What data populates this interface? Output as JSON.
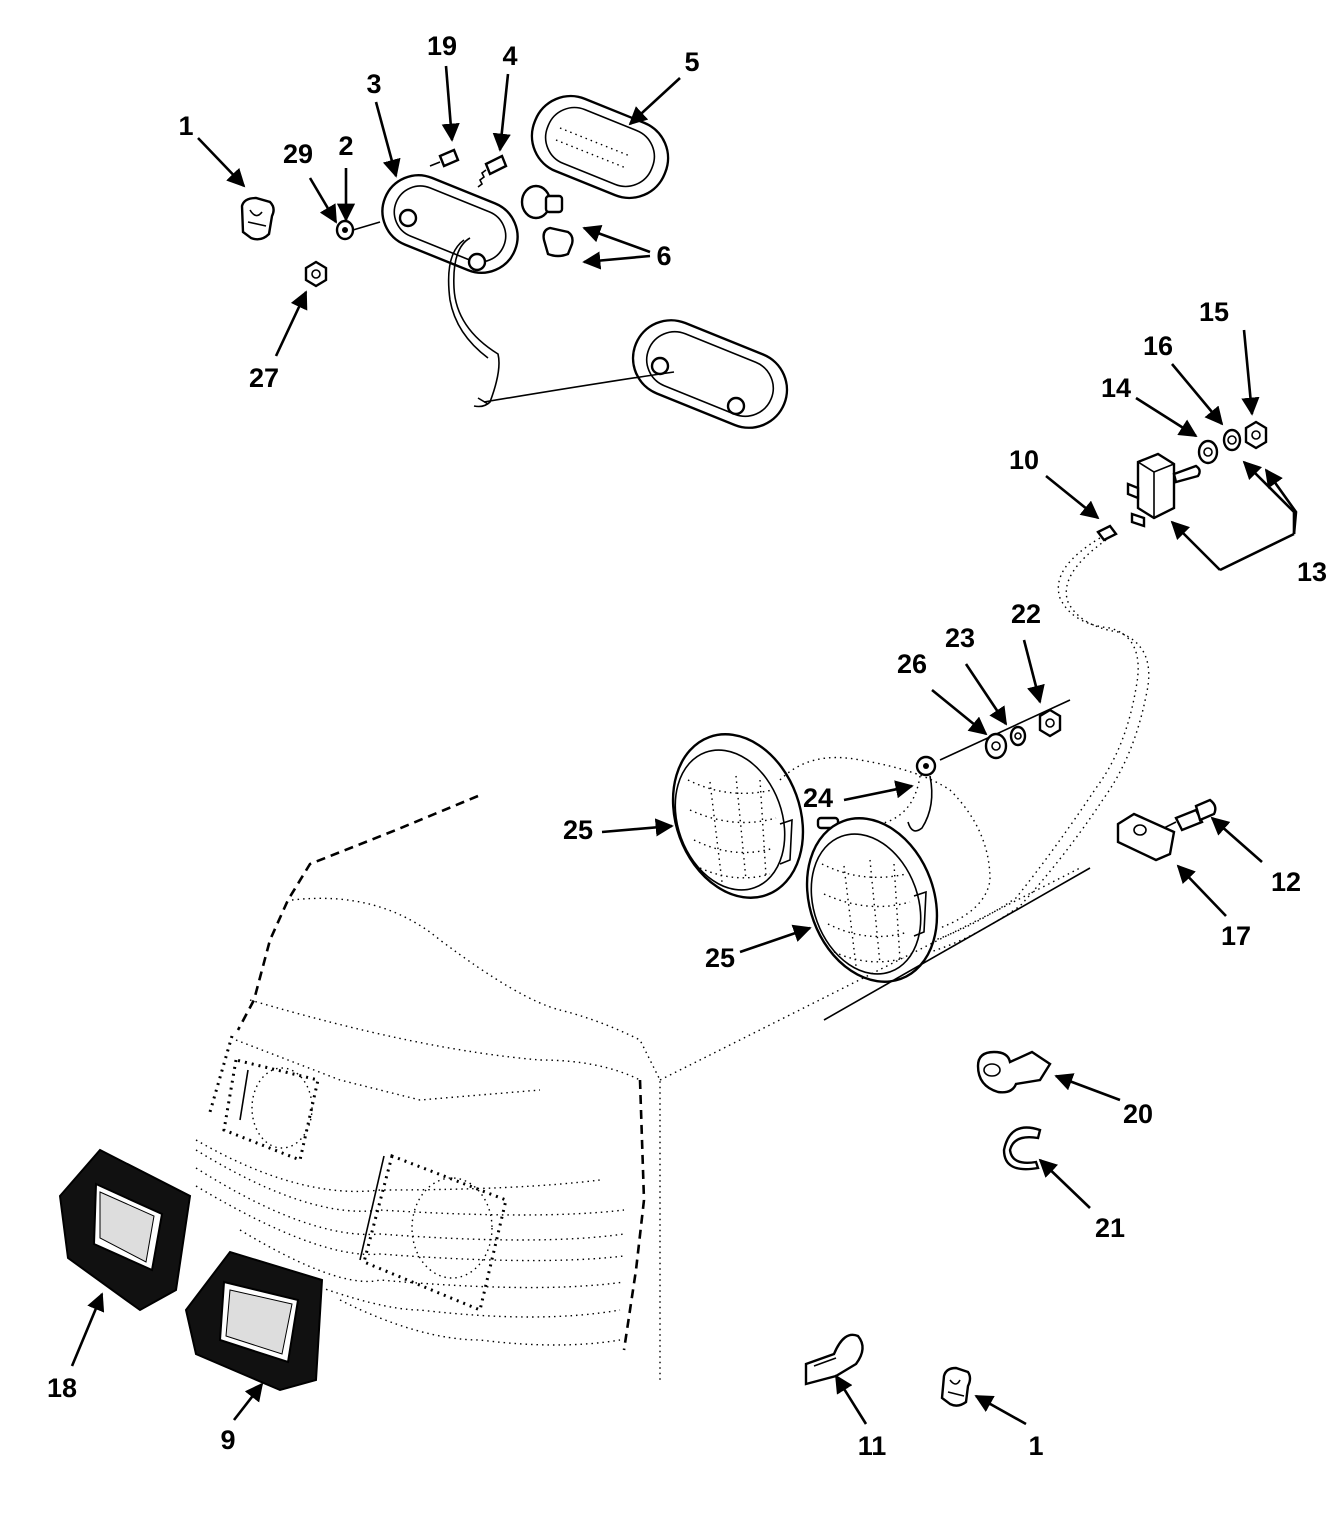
{
  "figure": {
    "callouts": {
      "c1_top": "1",
      "c29": "29",
      "c2": "2",
      "c3": "3",
      "c19": "19",
      "c4": "4",
      "c5": "5",
      "c6": "6",
      "c27": "27",
      "c15": "15",
      "c16": "16",
      "c14": "14",
      "c10": "10",
      "c13": "13",
      "c22": "22",
      "c23": "23",
      "c26": "26",
      "c24": "24",
      "c25_upper": "25",
      "c25_lower": "25",
      "c12": "12",
      "c17": "17",
      "c20": "20",
      "c21": "21",
      "c18": "18",
      "c9": "9",
      "c11": "11",
      "c1_bottom": "1"
    },
    "colors": {
      "ink": "#000000",
      "background": "#ffffff"
    }
  }
}
